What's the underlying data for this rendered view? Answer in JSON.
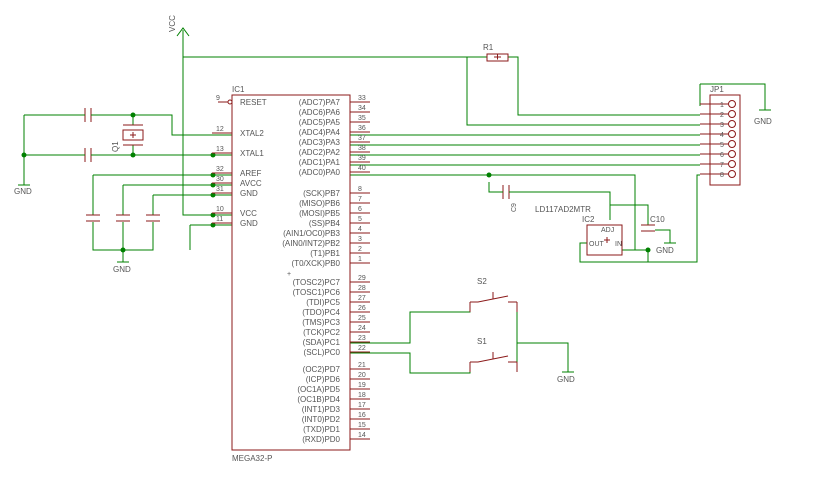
{
  "vcc": {
    "label": "VCC"
  },
  "gnd": {
    "label": "GND"
  },
  "r1": {
    "name": "R1"
  },
  "jp1": {
    "name": "JP1",
    "pins": [
      "1",
      "2",
      "3",
      "4",
      "5",
      "6",
      "7",
      "8"
    ]
  },
  "ic1": {
    "name": "IC1",
    "part": "MEGA32-P",
    "left_pins": [
      {
        "num": "9",
        "label": "RESET"
      },
      {
        "num": "12",
        "label": "XTAL2"
      },
      {
        "num": "13",
        "label": "XTAL1"
      },
      {
        "num": "32",
        "label": "AREF"
      },
      {
        "num": "30",
        "label": "AVCC"
      },
      {
        "num": "31",
        "label": "GND"
      },
      {
        "num": "10",
        "label": "VCC"
      },
      {
        "num": "11",
        "label": "GND"
      }
    ],
    "right_pins": [
      {
        "num": "33",
        "label": "(ADC7)PA7"
      },
      {
        "num": "34",
        "label": "(ADC6)PA6"
      },
      {
        "num": "35",
        "label": "(ADC5)PA5"
      },
      {
        "num": "36",
        "label": "(ADC4)PA4"
      },
      {
        "num": "37",
        "label": "(ADC3)PA3"
      },
      {
        "num": "38",
        "label": "(ADC2)PA2"
      },
      {
        "num": "39",
        "label": "(ADC1)PA1"
      },
      {
        "num": "40",
        "label": "(ADC0)PA0"
      },
      {
        "num": "8",
        "label": "(SCK)PB7"
      },
      {
        "num": "7",
        "label": "(MISO)PB6"
      },
      {
        "num": "6",
        "label": "(MOSI)PB5"
      },
      {
        "num": "5",
        "label": "(SS)PB4"
      },
      {
        "num": "4",
        "label": "(AIN1/OC0)PB3"
      },
      {
        "num": "3",
        "label": "(AIN0/INT2)PB2"
      },
      {
        "num": "2",
        "label": "(T1)PB1"
      },
      {
        "num": "1",
        "label": "(T0/XCK)PB0"
      },
      {
        "num": "29",
        "label": "(TOSC2)PC7"
      },
      {
        "num": "28",
        "label": "(TOSC1)PC6"
      },
      {
        "num": "27",
        "label": "(TDI)PC5"
      },
      {
        "num": "26",
        "label": "(TDO)PC4"
      },
      {
        "num": "25",
        "label": "(TMS)PC3"
      },
      {
        "num": "24",
        "label": "(TCK)PC2"
      },
      {
        "num": "23",
        "label": "(SDA)PC1"
      },
      {
        "num": "22",
        "label": "(SCL)PC0"
      },
      {
        "num": "21",
        "label": "(OC2)PD7"
      },
      {
        "num": "20",
        "label": "(ICP)PD6"
      },
      {
        "num": "19",
        "label": "(OC1A)PD5"
      },
      {
        "num": "18",
        "label": "(OC1B)PD4"
      },
      {
        "num": "17",
        "label": "(INT1)PD3"
      },
      {
        "num": "16",
        "label": "(INT0)PD2"
      },
      {
        "num": "15",
        "label": "(TXD)PD1"
      },
      {
        "num": "14",
        "label": "(RXD)PD0"
      }
    ]
  },
  "q1": {
    "name": "Q1"
  },
  "c9": {
    "name": "C9"
  },
  "c10": {
    "name": "C10"
  },
  "ic2": {
    "name": "IC2",
    "part": "LD117AD2MTR",
    "adj": "ADJ",
    "out": "OUT",
    "in": "IN"
  },
  "s1": {
    "name": "S1"
  },
  "s2": {
    "name": "S2"
  },
  "colors": {
    "wire": "#008000",
    "part": "#8b1a1a",
    "text": "#555555"
  }
}
